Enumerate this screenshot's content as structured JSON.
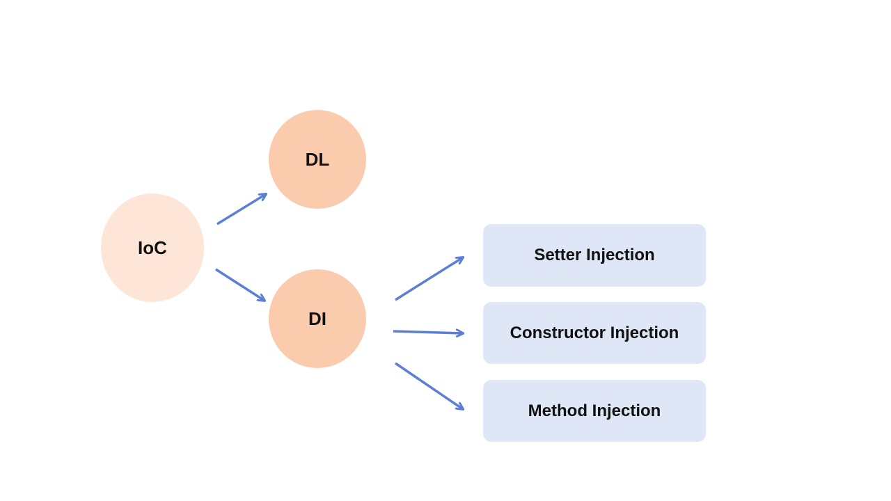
{
  "nodes": {
    "ioc": {
      "label": "IoC"
    },
    "dl": {
      "label": "DL"
    },
    "di": {
      "label": "DI"
    },
    "setter": {
      "label": "Setter Injection"
    },
    "constructor": {
      "label": "Constructor Injection"
    },
    "method": {
      "label": "Method Injection"
    }
  },
  "edges": [
    {
      "from": "IoC",
      "to": "DL"
    },
    {
      "from": "IoC",
      "to": "DI"
    },
    {
      "from": "DI",
      "to": "Setter Injection"
    },
    {
      "from": "DI",
      "to": "Constructor Injection"
    },
    {
      "from": "DI",
      "to": "Method Injection"
    }
  ],
  "colors": {
    "ioc_fill": "#fde5d8",
    "dl_di_fill": "#fbcbad",
    "box_fill": "#dfe6f6",
    "arrow": "#5b7fd6"
  }
}
